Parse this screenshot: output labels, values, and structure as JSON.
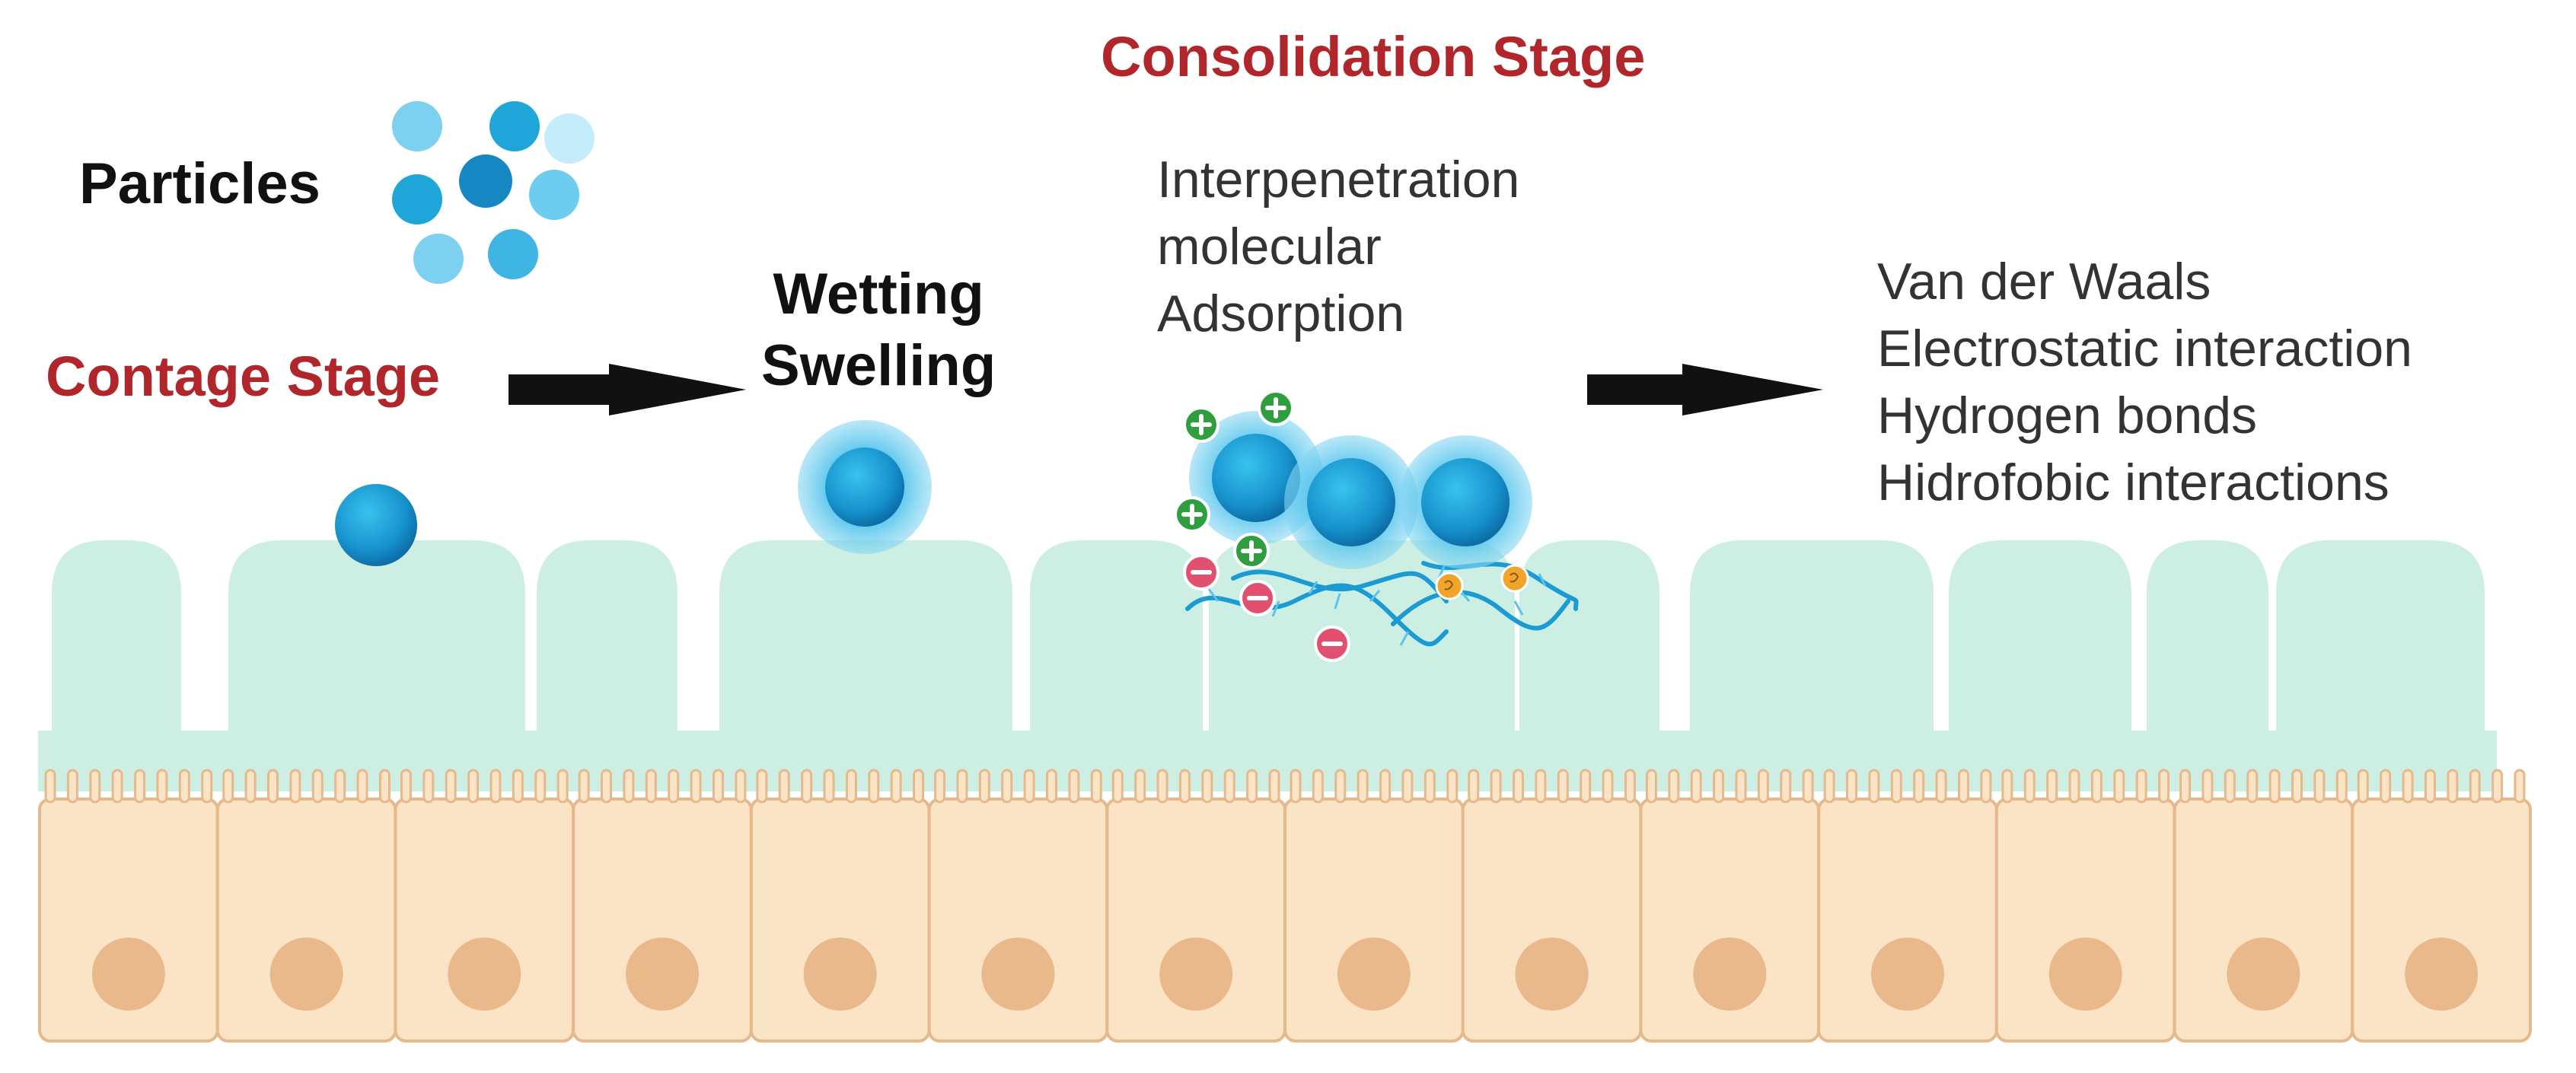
{
  "labels": {
    "consolidation_stage": "Consolidation Stage",
    "particles": "Particles",
    "contact_stage": "Contage Stage",
    "wetting": "Wetting",
    "swelling": "Swelling"
  },
  "consolidation_mechanisms": [
    "Interpenetration",
    "molecular",
    "Adsorption"
  ],
  "interactions": [
    "Van der Waals",
    "Electrostatic interaction",
    "Hydrogen bonds",
    "Hidrofobic interactions"
  ],
  "colors": {
    "stage_title": "#b0262a",
    "mucus": "#cdeee2",
    "cell_fill": "#fbe3c6",
    "cell_border": "#e6b98c",
    "nucleus": "#eab98b",
    "particle": "#1a9bd3",
    "positive_charge": "#2e9e3e",
    "negative_charge": "#e2506f",
    "hydrophobic_group": "#f0a52a",
    "arrow": "#111111"
  },
  "epithelium": {
    "cell_count": 14
  }
}
